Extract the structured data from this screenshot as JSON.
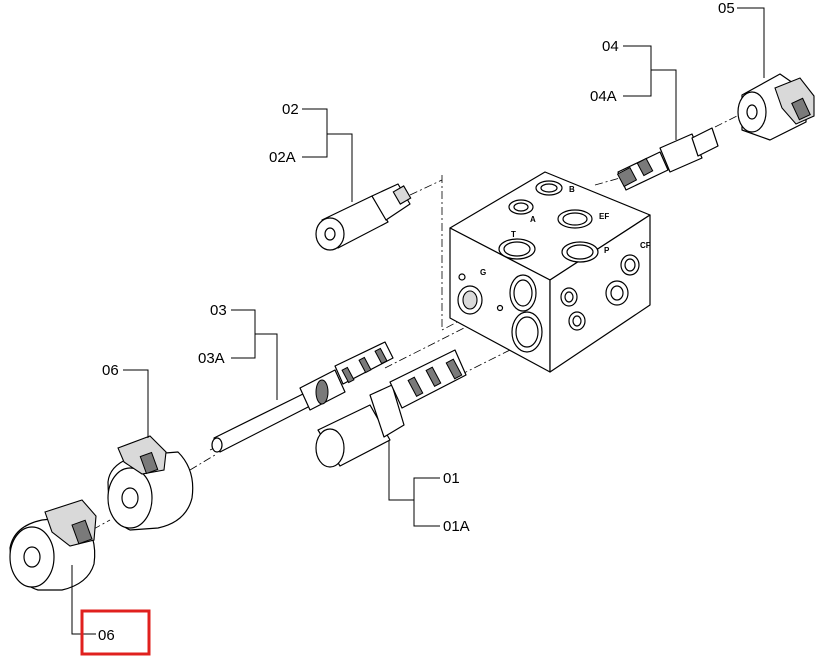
{
  "callouts": {
    "c01": "01",
    "c01a": "01A",
    "c02": "02",
    "c02a": "02A",
    "c03": "03",
    "c03a": "03A",
    "c04": "04",
    "c04a": "04A",
    "c05": "05",
    "c06_coil": "06",
    "c06_connector": "06"
  },
  "block_port_labels": {
    "b": "B",
    "a": "A",
    "ef": "EF",
    "t": "T",
    "p": "P",
    "cf": "CF",
    "g": "G"
  },
  "highlight": {
    "target": "06",
    "color": "#e0201e"
  }
}
